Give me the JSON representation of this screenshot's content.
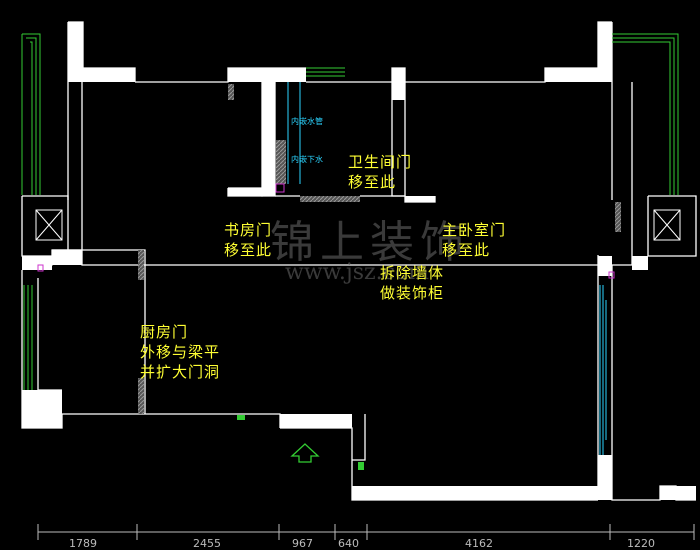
{
  "labels": {
    "bathroom_door": [
      "卫生间门",
      "移至此"
    ],
    "study_door": [
      "书房门",
      "移至此"
    ],
    "master_door": [
      "主卧室门",
      "移至此"
    ],
    "demolish": [
      "拆除墙体",
      "做装饰柜"
    ],
    "kitchen_door": [
      "厨房门",
      "外移与梁平",
      "并扩大门洞"
    ]
  },
  "pipes": {
    "water_pipe": "内嵌水管",
    "drain_pipe": "内嵌下水"
  },
  "dimensions": [
    "1789",
    "2455",
    "967",
    "640",
    "4162",
    "1220"
  ],
  "watermark": {
    "brand": "锦上装饰",
    "url": "www.jsz.com"
  },
  "colors": {
    "wall": "#ffffff",
    "text": "#ffff33",
    "window": "#33cc33",
    "pipe": "#2bd4ff"
  }
}
